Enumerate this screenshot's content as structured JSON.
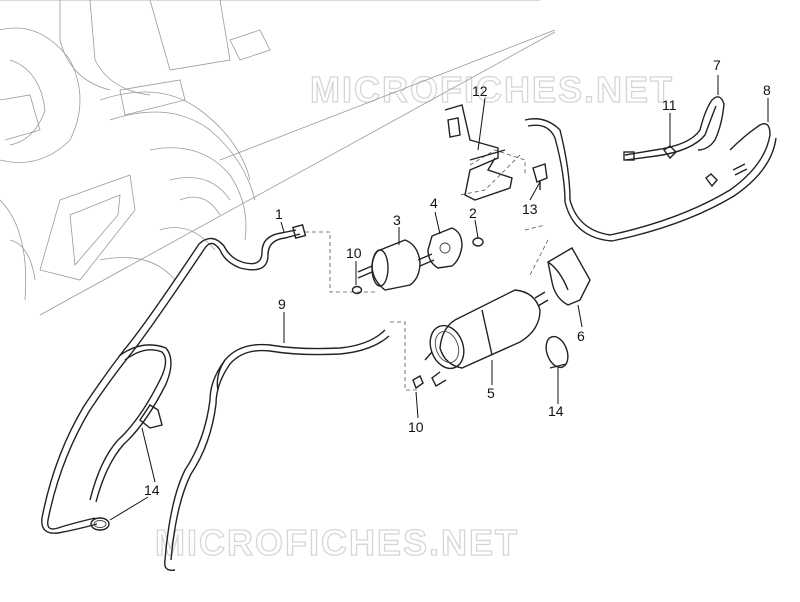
{
  "watermark": {
    "top": "MICROFICHES.NET",
    "bottom": "MICROFICHES.NET"
  },
  "callouts": {
    "c1": "1",
    "c2": "2",
    "c3": "3",
    "c4": "4",
    "c5": "5",
    "c6": "6",
    "c7": "7",
    "c8": "8",
    "c9": "9",
    "c10a": "10",
    "c10b": "10",
    "c11": "11",
    "c12": "12",
    "c13": "13",
    "c14a": "14",
    "c14b": "14"
  },
  "colors": {
    "line": "#222222",
    "watermark": "#d6d6d6",
    "background": "#ffffff"
  }
}
